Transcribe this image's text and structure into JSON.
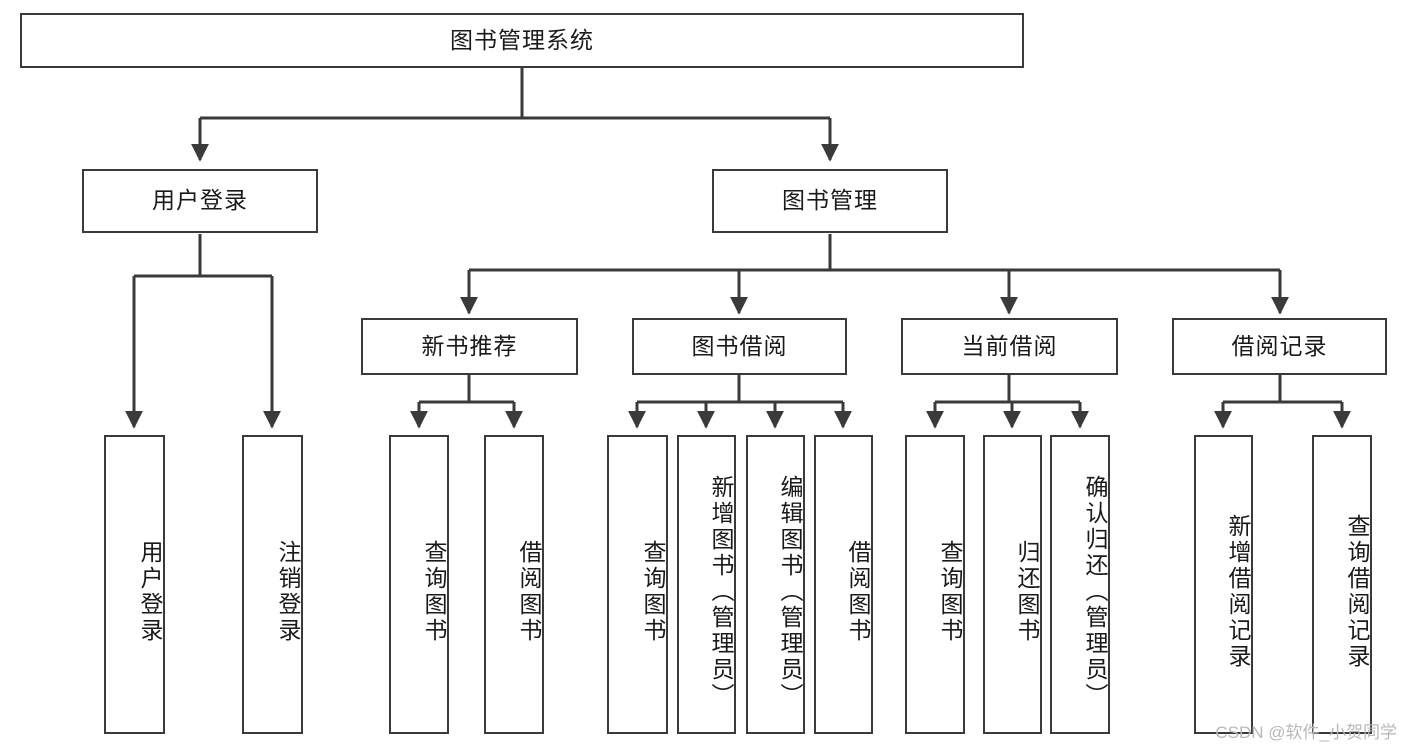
{
  "diagram": {
    "type": "tree-hierarchy",
    "title": "图书管理系统",
    "watermark": "CSDN @软件_小贺同学",
    "colors": {
      "box_border": "#3a3a3a",
      "box_fill": "#ffffff",
      "edge": "#3a3a3a",
      "text": "#1a1a1a",
      "watermark": "#b8b8b8"
    },
    "nodes": {
      "root": {
        "label": "图书管理系统",
        "level": 0,
        "orientation": "horizontal"
      },
      "l1": [
        {
          "id": "user-login",
          "label": "用户登录",
          "orientation": "horizontal"
        },
        {
          "id": "book-management",
          "label": "图书管理",
          "orientation": "horizontal"
        }
      ],
      "l2": [
        {
          "id": "new-book-recommend",
          "label": "新书推荐",
          "orientation": "horizontal",
          "parent": "book-management"
        },
        {
          "id": "book-borrow",
          "label": "图书借阅",
          "orientation": "horizontal",
          "parent": "book-management"
        },
        {
          "id": "current-borrow",
          "label": "当前借阅",
          "orientation": "horizontal",
          "parent": "book-management"
        },
        {
          "id": "borrow-record",
          "label": "借阅记录",
          "orientation": "horizontal",
          "parent": "book-management"
        }
      ],
      "leaves": [
        {
          "id": "leaf-user-login",
          "label": "用户登录",
          "orientation": "vertical",
          "parent": "user-login"
        },
        {
          "id": "leaf-user-logout",
          "label": "注销登录",
          "orientation": "vertical",
          "parent": "user-login"
        },
        {
          "id": "leaf-query-book-1",
          "label": "查询图书",
          "orientation": "vertical",
          "parent": "new-book-recommend"
        },
        {
          "id": "leaf-borrow-book-1",
          "label": "借阅图书",
          "orientation": "vertical",
          "parent": "new-book-recommend"
        },
        {
          "id": "leaf-query-book-2",
          "label": "查询图书",
          "orientation": "vertical",
          "parent": "book-borrow"
        },
        {
          "id": "leaf-add-book",
          "label": "新增图书（管理员）",
          "orientation": "vertical",
          "parent": "book-borrow"
        },
        {
          "id": "leaf-edit-book",
          "label": "编辑图书（管理员）",
          "orientation": "vertical",
          "parent": "book-borrow"
        },
        {
          "id": "leaf-borrow-book-2",
          "label": "借阅图书",
          "orientation": "vertical",
          "parent": "book-borrow"
        },
        {
          "id": "leaf-query-book-3",
          "label": "查询图书",
          "orientation": "vertical",
          "parent": "current-borrow"
        },
        {
          "id": "leaf-return-book",
          "label": "归还图书",
          "orientation": "vertical",
          "parent": "current-borrow"
        },
        {
          "id": "leaf-confirm-return",
          "label": "确认归还（管理员）",
          "orientation": "vertical",
          "parent": "current-borrow"
        },
        {
          "id": "leaf-add-record",
          "label": "新增借阅记录",
          "orientation": "vertical",
          "parent": "borrow-record"
        },
        {
          "id": "leaf-query-record",
          "label": "查询借阅记录",
          "orientation": "vertical",
          "parent": "borrow-record"
        }
      ]
    }
  }
}
